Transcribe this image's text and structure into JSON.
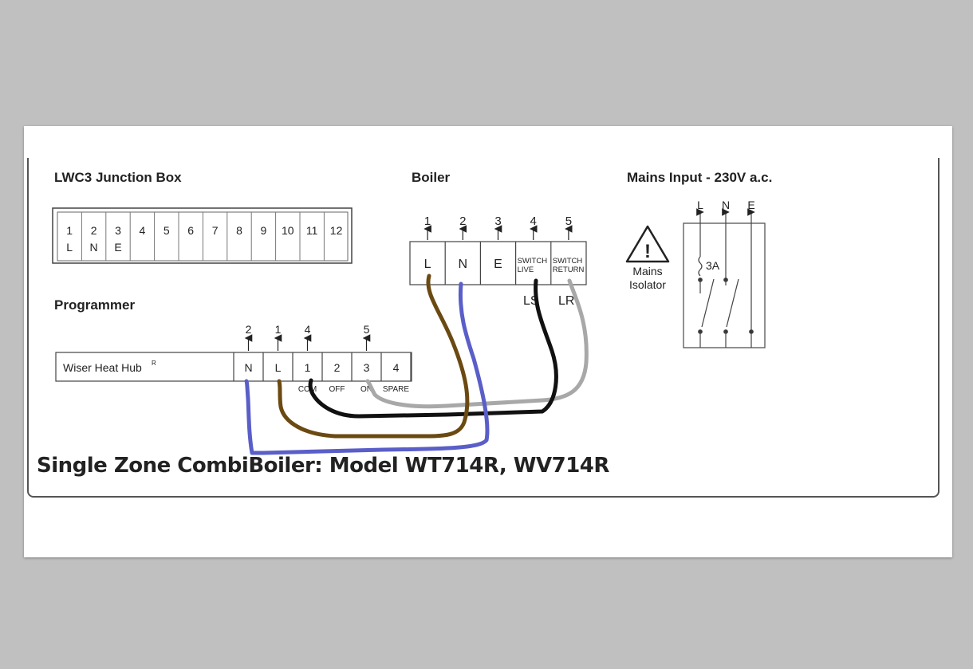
{
  "junction_box": {
    "title": "LWC3 Junction Box",
    "terminals": [
      "1",
      "2",
      "3",
      "4",
      "5",
      "6",
      "7",
      "8",
      "9",
      "10",
      "11",
      "12"
    ],
    "sublabels": [
      "L",
      "N",
      "E"
    ]
  },
  "boiler": {
    "title": "Boiler",
    "numbers": [
      "1",
      "2",
      "3",
      "4",
      "5"
    ],
    "terminals": [
      "L",
      "N",
      "E",
      "SWITCH\nLIVE",
      "SWITCH\nRETURN"
    ],
    "terminal_lines": [
      [
        "L"
      ],
      [
        "N"
      ],
      [
        "E"
      ],
      [
        "SWITCH",
        "LIVE"
      ],
      [
        "SWITCH",
        "RETURN"
      ]
    ],
    "below": [
      "LS",
      "LR"
    ]
  },
  "mains": {
    "title": "Mains Input - 230V a.c.",
    "lines": [
      "L",
      "N",
      "E"
    ],
    "fuse": "3A",
    "isolator_label_1": "Mains",
    "isolator_label_2": "Isolator",
    "warning_glyph": "!"
  },
  "programmer": {
    "title": "Programmer",
    "device": "Wiser Heat Hub",
    "device_sup": "R",
    "numbers": [
      "2",
      "1",
      "4",
      "",
      "5",
      ""
    ],
    "terminals": [
      "N",
      "L",
      "1",
      "2",
      "3",
      "4"
    ],
    "below": [
      "COM",
      "OFF",
      "ON",
      "SPARE"
    ]
  },
  "caption": "Single Zone CombiBoiler: Model WT714R, WV714R",
  "wire_colors": {
    "neutral": "#5a5ec8",
    "live": "#6b4a12",
    "switch_live": "#111111",
    "switch_return": "#a8a8a8"
  }
}
